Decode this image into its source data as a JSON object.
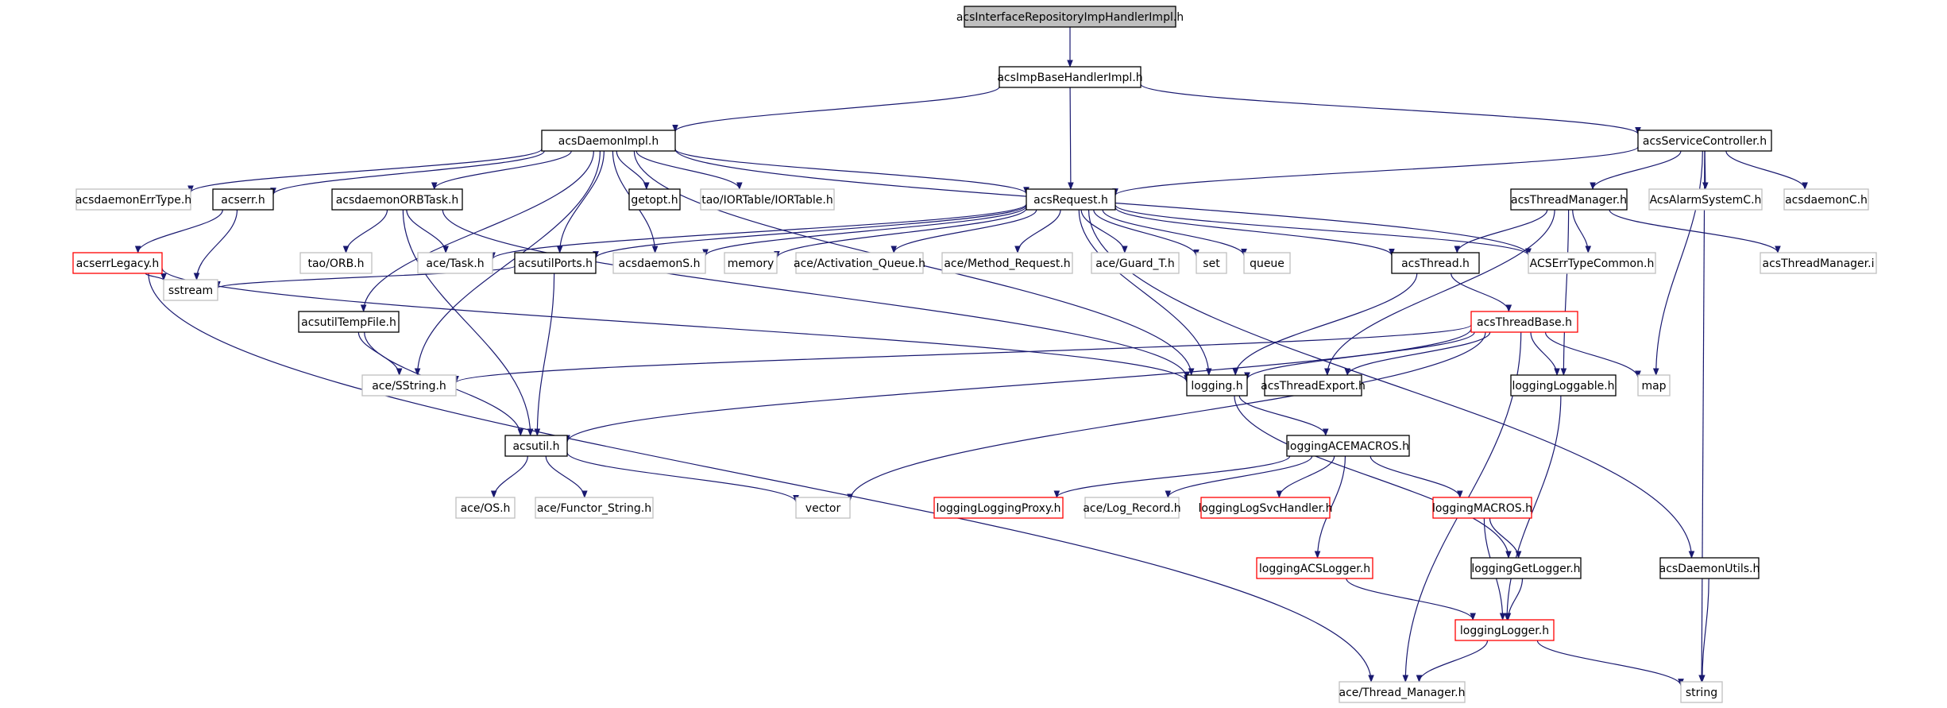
{
  "graph": {
    "nodes": {
      "root": {
        "label": "acsInterfaceRepositoryImpHandlerImpl.h",
        "style": "root"
      },
      "base": {
        "label": "acsImpBaseHandlerImpl.h",
        "style": "black"
      },
      "daemon": {
        "label": "acsDaemonImpl.h",
        "style": "black"
      },
      "svcctrl": {
        "label": "acsServiceController.h",
        "style": "black"
      },
      "errtype": {
        "label": "acsdaemonErrType.h",
        "style": "gray"
      },
      "acserr": {
        "label": "acserr.h",
        "style": "black"
      },
      "orbtask": {
        "label": "acsdaemonORBTask.h",
        "style": "black"
      },
      "getopt": {
        "label": "getopt.h",
        "style": "black"
      },
      "iortable": {
        "label": "tao/IORTable/IORTable.h",
        "style": "gray"
      },
      "request": {
        "label": "acsRequest.h",
        "style": "black"
      },
      "thrmgr": {
        "label": "acsThreadManager.h",
        "style": "black"
      },
      "alarmsys": {
        "label": "AcsAlarmSystemC.h",
        "style": "gray"
      },
      "daemonc": {
        "label": "acsdaemonC.h",
        "style": "gray"
      },
      "errlegacy": {
        "label": "acserrLegacy.h",
        "style": "red"
      },
      "sstream": {
        "label": "sstream",
        "style": "gray"
      },
      "orb": {
        "label": "tao/ORB.h",
        "style": "gray"
      },
      "task": {
        "label": "ace/Task.h",
        "style": "gray"
      },
      "ports": {
        "label": "acsutilPorts.h",
        "style": "black"
      },
      "daemons": {
        "label": "acsdaemonS.h",
        "style": "gray"
      },
      "memory": {
        "label": "memory",
        "style": "gray"
      },
      "actq": {
        "label": "ace/Activation_Queue.h",
        "style": "gray"
      },
      "methreq": {
        "label": "ace/Method_Request.h",
        "style": "gray"
      },
      "guard": {
        "label": "ace/Guard_T.h",
        "style": "gray"
      },
      "set": {
        "label": "set",
        "style": "gray"
      },
      "queue": {
        "label": "queue",
        "style": "gray"
      },
      "thread": {
        "label": "acsThread.h",
        "style": "black"
      },
      "errcommon": {
        "label": "ACSErrTypeCommon.h",
        "style": "gray"
      },
      "thrmgri": {
        "label": "acsThreadManager.i",
        "style": "gray"
      },
      "tempfile": {
        "label": "acsutilTempFile.h",
        "style": "black"
      },
      "thrbase": {
        "label": "acsThreadBase.h",
        "style": "red"
      },
      "sstring": {
        "label": "ace/SString.h",
        "style": "gray"
      },
      "logging": {
        "label": "logging.h",
        "style": "black"
      },
      "threxport": {
        "label": "acsThreadExport.h",
        "style": "black"
      },
      "loggable": {
        "label": "loggingLoggable.h",
        "style": "black"
      },
      "map": {
        "label": "map",
        "style": "gray"
      },
      "acsutil": {
        "label": "acsutil.h",
        "style": "black"
      },
      "acemacros": {
        "label": "loggingACEMACROS.h",
        "style": "black"
      },
      "os": {
        "label": "ace/OS.h",
        "style": "gray"
      },
      "functor": {
        "label": "ace/Functor_String.h",
        "style": "gray"
      },
      "vector": {
        "label": "vector",
        "style": "gray"
      },
      "logproxy": {
        "label": "loggingLoggingProxy.h",
        "style": "red"
      },
      "logrecord": {
        "label": "ace/Log_Record.h",
        "style": "gray"
      },
      "svchandler": {
        "label": "loggingLogSvcHandler.h",
        "style": "red"
      },
      "logmacros": {
        "label": "loggingMACROS.h",
        "style": "red"
      },
      "daemonutils": {
        "label": "acsDaemonUtils.h",
        "style": "black"
      },
      "acslogger": {
        "label": "loggingACSLogger.h",
        "style": "red"
      },
      "getlogger": {
        "label": "loggingGetLogger.h",
        "style": "black"
      },
      "logger": {
        "label": "loggingLogger.h",
        "style": "red"
      },
      "string": {
        "label": "string",
        "style": "gray"
      },
      "thrmanager": {
        "label": "ace/Thread_Manager.h",
        "style": "gray"
      }
    },
    "edges": [
      [
        "root",
        "base"
      ],
      [
        "base",
        "daemon"
      ],
      [
        "base",
        "request"
      ],
      [
        "base",
        "svcctrl"
      ],
      [
        "daemon",
        "errtype"
      ],
      [
        "daemon",
        "acserr"
      ],
      [
        "daemon",
        "orbtask"
      ],
      [
        "daemon",
        "getopt"
      ],
      [
        "daemon",
        "iortable"
      ],
      [
        "daemon",
        "request"
      ],
      [
        "daemon",
        "ports"
      ],
      [
        "daemon",
        "daemons"
      ],
      [
        "daemon",
        "tempfile"
      ],
      [
        "daemon",
        "sstring"
      ],
      [
        "daemon",
        "logging"
      ],
      [
        "daemon",
        "errcommon"
      ],
      [
        "svcctrl",
        "request"
      ],
      [
        "svcctrl",
        "thrmgr"
      ],
      [
        "svcctrl",
        "alarmsys"
      ],
      [
        "svcctrl",
        "daemonc"
      ],
      [
        "svcctrl",
        "map"
      ],
      [
        "svcctrl",
        "string"
      ],
      [
        "acserr",
        "errlegacy"
      ],
      [
        "acserr",
        "sstream"
      ],
      [
        "errlegacy",
        "sstream"
      ],
      [
        "errlegacy",
        "logging"
      ],
      [
        "errlegacy",
        "thrmanager"
      ],
      [
        "orbtask",
        "orb"
      ],
      [
        "orbtask",
        "task"
      ],
      [
        "orbtask",
        "acsutil"
      ],
      [
        "orbtask",
        "logging"
      ],
      [
        "request",
        "task"
      ],
      [
        "request",
        "ports"
      ],
      [
        "request",
        "daemons"
      ],
      [
        "request",
        "memory"
      ],
      [
        "request",
        "actq"
      ],
      [
        "request",
        "methreq"
      ],
      [
        "request",
        "guard"
      ],
      [
        "request",
        "set"
      ],
      [
        "request",
        "queue"
      ],
      [
        "request",
        "thread"
      ],
      [
        "request",
        "errcommon"
      ],
      [
        "request",
        "daemonutils"
      ],
      [
        "request",
        "logging"
      ],
      [
        "thrmgr",
        "thread"
      ],
      [
        "thrmgr",
        "errcommon"
      ],
      [
        "thrmgr",
        "thrmgri"
      ],
      [
        "thrmgr",
        "threxport"
      ],
      [
        "thrmgr",
        "loggable"
      ],
      [
        "ports",
        "sstream"
      ],
      [
        "ports",
        "acsutil"
      ],
      [
        "thread",
        "thrbase"
      ],
      [
        "thread",
        "logging"
      ],
      [
        "tempfile",
        "sstring"
      ],
      [
        "tempfile",
        "acsutil"
      ],
      [
        "thrbase",
        "logging"
      ],
      [
        "thrbase",
        "threxport"
      ],
      [
        "thrbase",
        "loggable"
      ],
      [
        "thrbase",
        "map"
      ],
      [
        "thrbase",
        "sstring"
      ],
      [
        "thrbase",
        "acsutil"
      ],
      [
        "thrbase",
        "vector"
      ],
      [
        "thrbase",
        "thrmanager"
      ],
      [
        "logging",
        "acemacros"
      ],
      [
        "logging",
        "getlogger"
      ],
      [
        "loggable",
        "logger"
      ],
      [
        "acsutil",
        "os"
      ],
      [
        "acsutil",
        "functor"
      ],
      [
        "acsutil",
        "vector"
      ],
      [
        "acemacros",
        "logproxy"
      ],
      [
        "acemacros",
        "logrecord"
      ],
      [
        "acemacros",
        "svchandler"
      ],
      [
        "acemacros",
        "logmacros"
      ],
      [
        "acemacros",
        "acslogger"
      ],
      [
        "logmacros",
        "getlogger"
      ],
      [
        "logmacros",
        "logger"
      ],
      [
        "daemonutils",
        "string"
      ],
      [
        "acslogger",
        "logger"
      ],
      [
        "getlogger",
        "logger"
      ],
      [
        "logger",
        "thrmanager"
      ],
      [
        "logger",
        "string"
      ]
    ]
  },
  "colors": {
    "edge": "#191970",
    "black_border": "#000000",
    "gray_border": "#bfbfbf",
    "red_border": "#ff0000",
    "root_fill": "#bfbfbf",
    "text": "#000000",
    "gray_text": "#000000"
  }
}
